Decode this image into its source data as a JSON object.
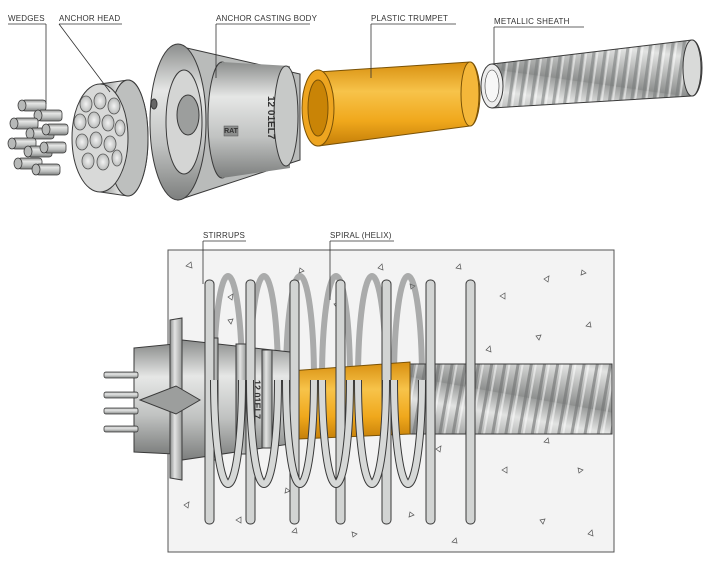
{
  "labels": {
    "wedges": "WEDGES",
    "anchor_head": "ANCHOR HEAD",
    "anchor_casting_body": "ANCHOR CASTING BODY",
    "plastic_trumpet": "PLASTIC TRUMPET",
    "metallic_sheath": "METALLIC SHEATH",
    "stirrups": "STIRRUPS",
    "spiral_helix": "SPIRAL (HELIX)"
  },
  "markings": {
    "casting_code": "12 01EL7",
    "casting_brand": "RAT",
    "section_code": "12 01EL7"
  },
  "colors": {
    "steel": "#c9cbca",
    "trumpet": "#f2ad1e",
    "concrete": "#ececec",
    "outline": "#3a3a3a"
  }
}
